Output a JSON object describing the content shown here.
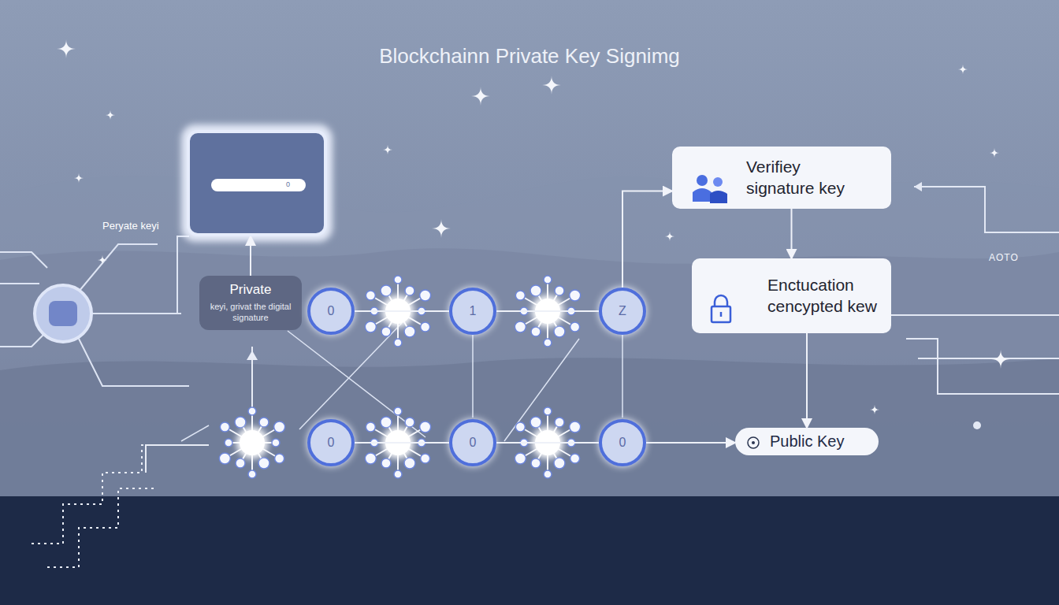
{
  "diagram": {
    "title": "Blockchainn Private Key Signimg",
    "nodes": [
      {
        "text": [
          "0"
        ]
      },
      {
        "text": [
          "Private",
          "keyi, grivat the digital signature"
        ]
      },
      {
        "text": [
          "0"
        ]
      },
      {
        "text": [
          "1"
        ]
      },
      {
        "text": [
          "Z"
        ]
      },
      {
        "text": [
          "0"
        ]
      },
      {
        "text": [
          "0"
        ]
      },
      {
        "text": [
          "0"
        ]
      },
      {
        "text": [
          "Verifiey signature key"
        ]
      },
      {
        "text": [
          "Enctucation cencypted kew"
        ]
      },
      {
        "text": [
          "Public Key"
        ]
      }
    ],
    "edges": [
      {
        "from": 1,
        "to": 0,
        "arrow": "to"
      },
      {
        "from": 2,
        "to": 3,
        "arrow": "none"
      },
      {
        "from": 3,
        "to": 4,
        "arrow": "none"
      },
      {
        "from": 4,
        "to": 8,
        "arrow": "to"
      },
      {
        "from": 8,
        "to": 9,
        "arrow": "to"
      },
      {
        "from": 9,
        "to": 10,
        "arrow": "to"
      },
      {
        "from": 5,
        "to": 6,
        "arrow": "none"
      },
      {
        "from": 6,
        "to": 7,
        "arrow": "none"
      },
      {
        "from": 7,
        "to": 10,
        "arrow": "to"
      }
    ],
    "labels": [
      "Peryate keyi",
      "AOTO"
    ]
  }
}
